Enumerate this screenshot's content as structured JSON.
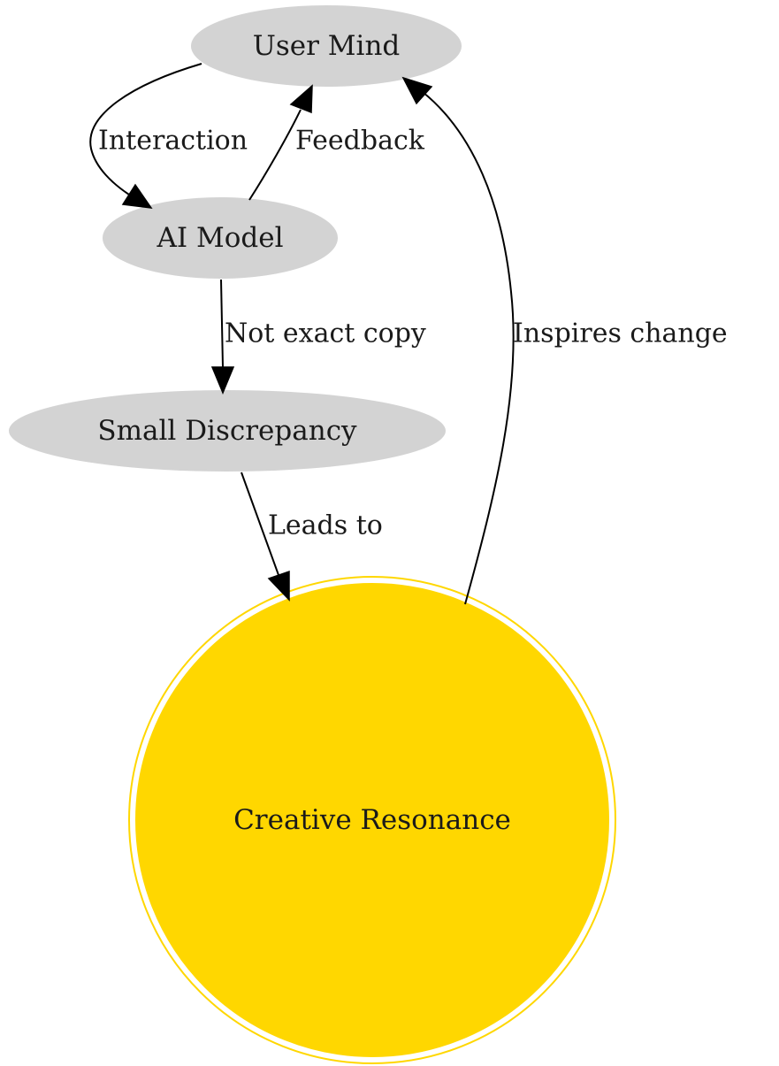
{
  "colors": {
    "default_node_fill": "#d3d3d3",
    "highlight_node_fill": "#ffd700",
    "highlight_node_stroke": "#ffd700",
    "edge_color": "#000000",
    "background": "#ffffff"
  },
  "nodes": {
    "user_mind": {
      "label": "User Mind",
      "shape": "ellipse"
    },
    "ai_model": {
      "label": "AI Model",
      "shape": "ellipse"
    },
    "small_discrepancy": {
      "label": "Small Discrepancy",
      "shape": "ellipse"
    },
    "creative_resonance": {
      "label": "Creative Resonance",
      "shape": "doublecircle"
    }
  },
  "edges": {
    "interaction": {
      "from": "user_mind",
      "to": "ai_model",
      "label": "Interaction"
    },
    "feedback": {
      "from": "ai_model",
      "to": "user_mind",
      "label": "Feedback"
    },
    "not_exact_copy": {
      "from": "ai_model",
      "to": "small_discrepancy",
      "label": "Not exact copy"
    },
    "leads_to": {
      "from": "small_discrepancy",
      "to": "creative_resonance",
      "label": "Leads to"
    },
    "inspires_change": {
      "from": "creative_resonance",
      "to": "user_mind",
      "label": "Inspires change"
    }
  }
}
